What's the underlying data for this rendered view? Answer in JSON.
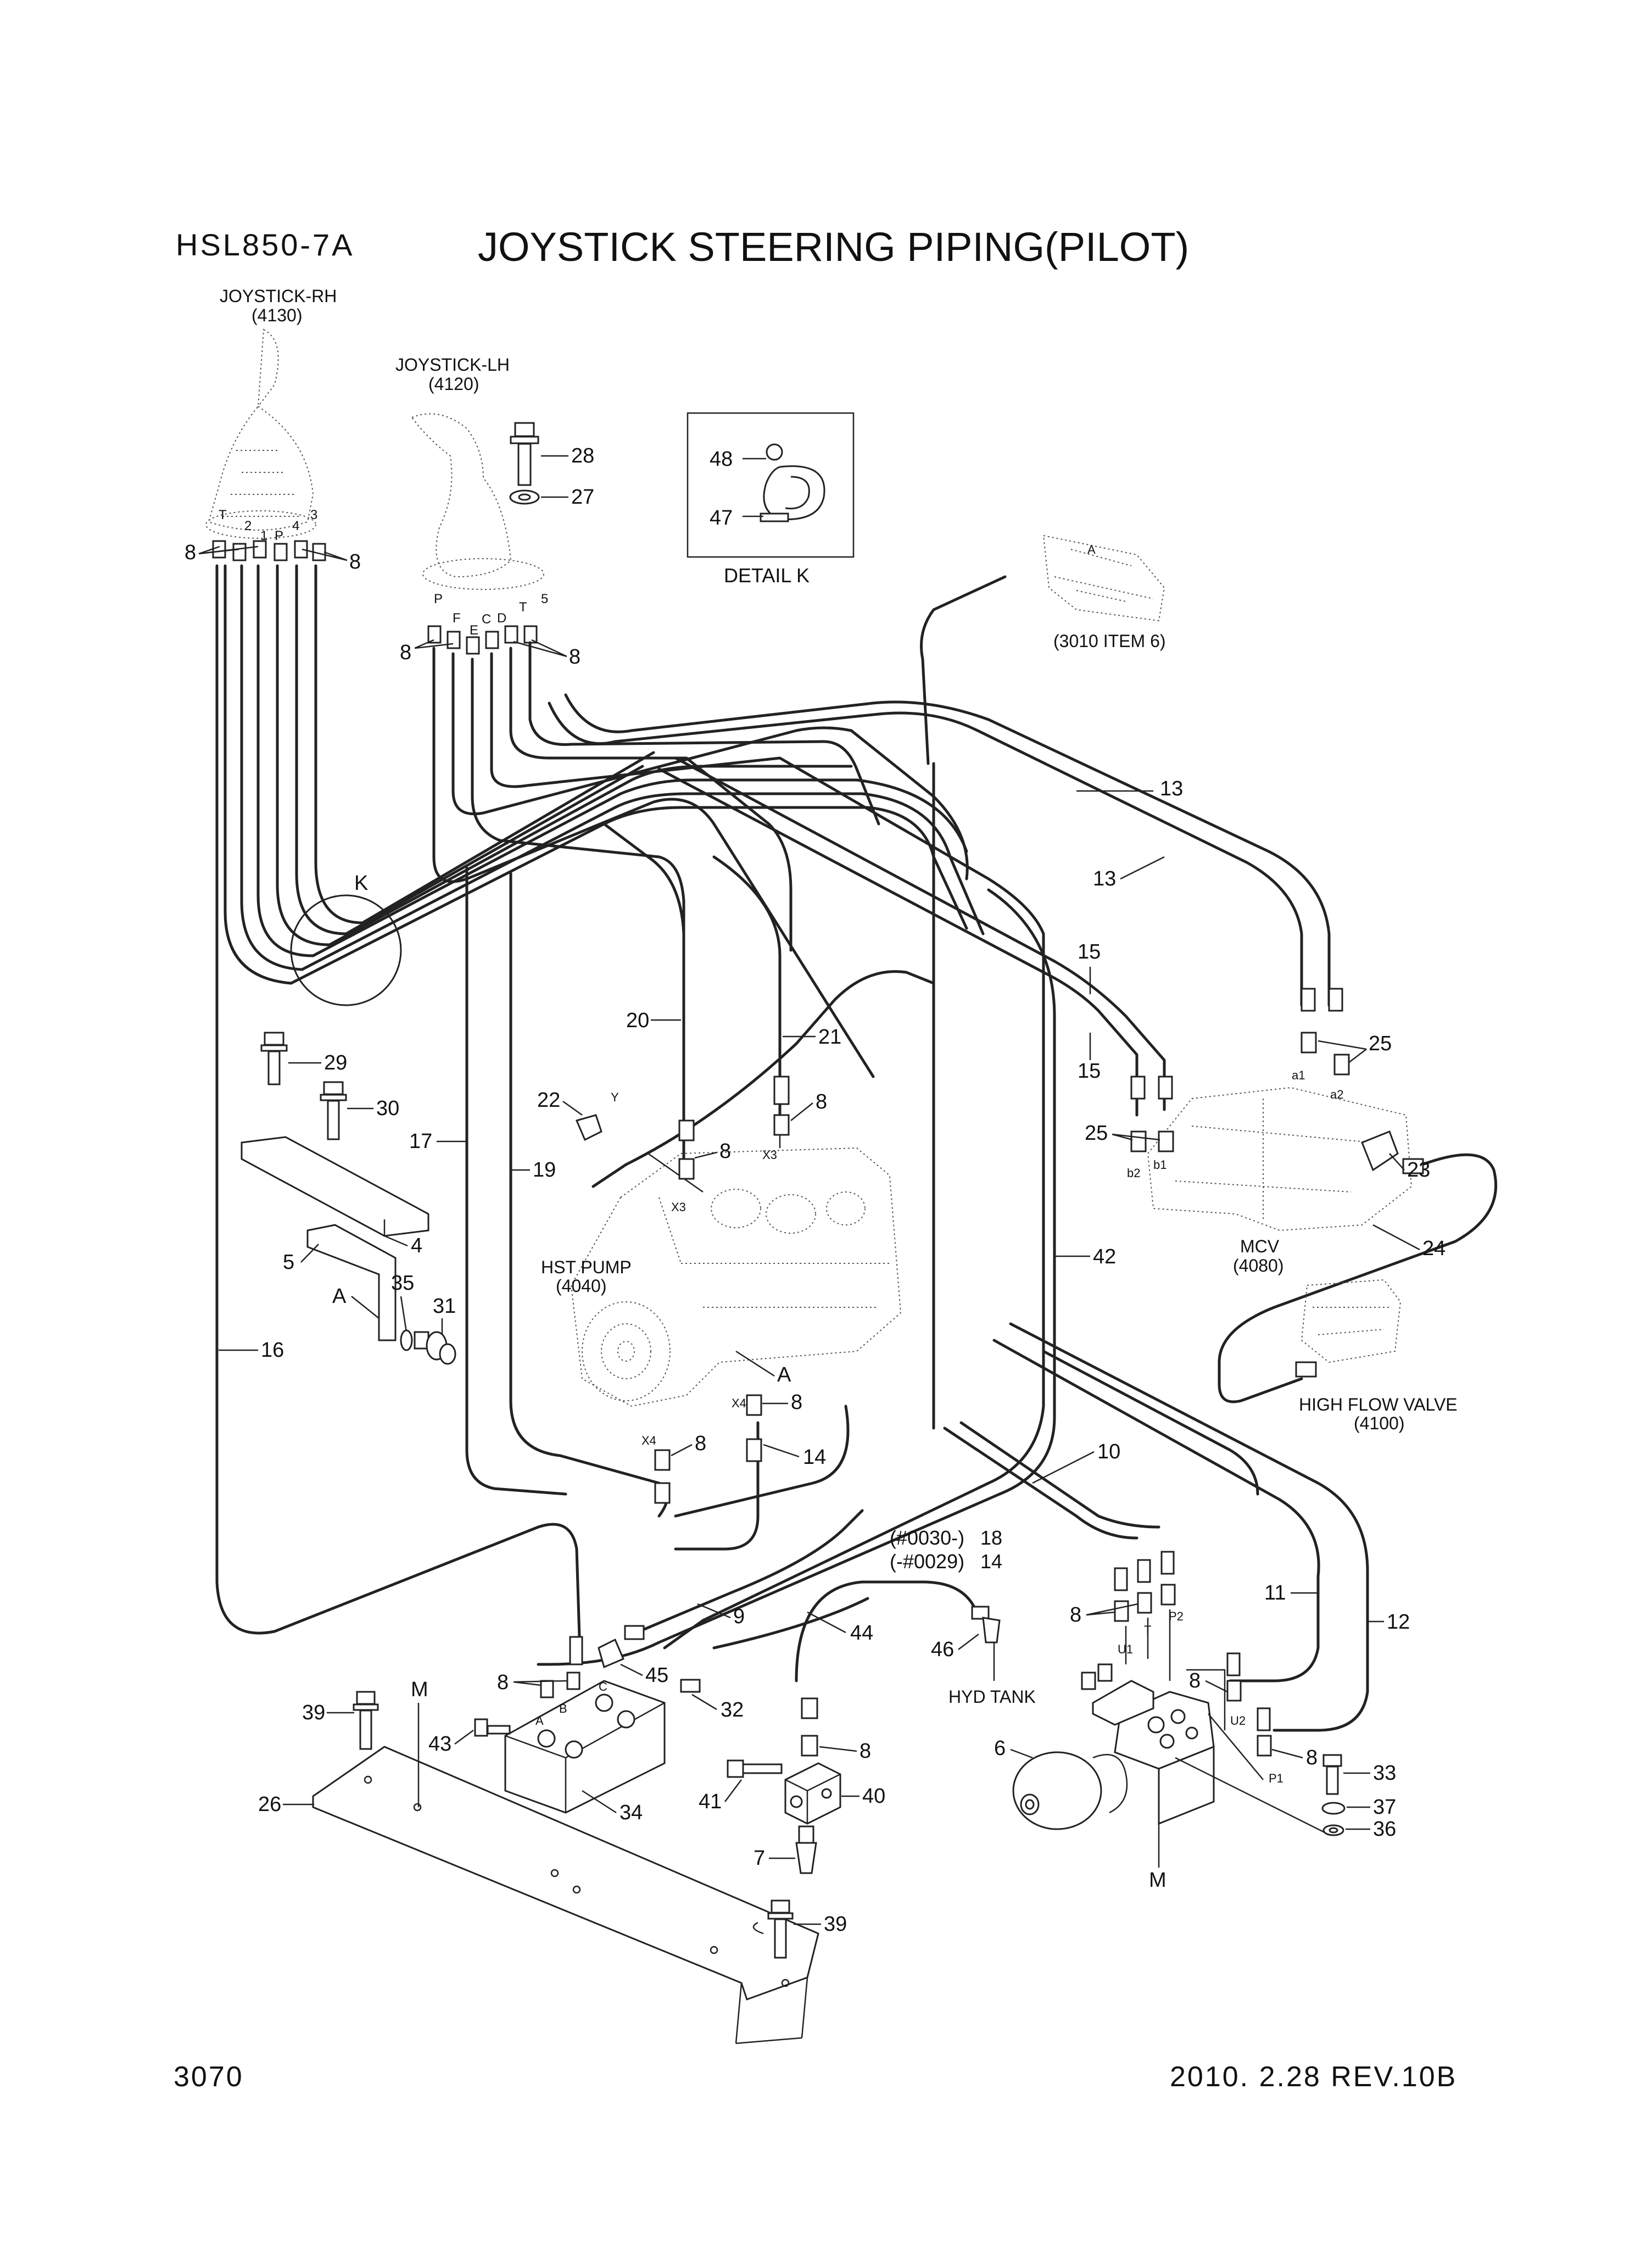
{
  "header": {
    "model": "HSL850-7A",
    "title": "JOYSTICK STEERING PIPING(PILOT)"
  },
  "footer": {
    "page_number": "3070",
    "revision": "2010. 2.28  REV.10B"
  },
  "components": {
    "joystick_rh": "JOYSTICK-RH",
    "joystick_rh_ref": "(4130)",
    "joystick_lh": "JOYSTICK-LH",
    "joystick_lh_ref": "(4120)",
    "detail_k": "DETAIL K",
    "item_3010": "(3010 ITEM 6)",
    "mcv": "MCV",
    "mcv_ref": "(4080)",
    "hst_pump": "HST PUMP",
    "hst_pump_ref": "(4040)",
    "high_flow_valve": "HIGH FLOW VALVE",
    "high_flow_valve_ref": "(4100)",
    "hyd_tank": "HYD TANK"
  },
  "callouts": {
    "c8": "8",
    "c28": "28",
    "c27": "27",
    "c48": "48",
    "c47": "47",
    "c13": "13",
    "c15": "15",
    "c20": "20",
    "c21": "21",
    "c22": "22",
    "c25": "25",
    "c23": "23",
    "c24": "24",
    "c29": "29",
    "c30": "30",
    "c17": "17",
    "c19": "19",
    "c4": "4",
    "c5": "5",
    "c35": "35",
    "c31": "31",
    "c16": "16",
    "c42": "42",
    "c14": "14",
    "c10": "10",
    "c18": "18",
    "c9": "9",
    "c44": "44",
    "c46": "46",
    "c11": "11",
    "c12": "12",
    "c45": "45",
    "c32": "32",
    "c39": "39",
    "c43": "43",
    "c26": "26",
    "c34": "34",
    "c41": "41",
    "c40": "40",
    "c7": "7",
    "c6": "6",
    "c33": "33",
    "c37": "37",
    "c36": "36",
    "cK": "K",
    "cA": "A",
    "cM": "M",
    "serial_18": "(#0030-)",
    "serial_14": "(-#0029)"
  },
  "port_labels": {
    "T": "T",
    "P": "P",
    "one": "1",
    "two": "2",
    "three": "3",
    "four": "4",
    "five": "5",
    "F": "F",
    "E": "E",
    "C": "C",
    "D": "D",
    "Y": "Y",
    "X3": "X3",
    "X4": "X4",
    "A": "A",
    "B": "B",
    "a1": "a1",
    "a2": "a2",
    "b1": "b1",
    "b2": "b2",
    "U1": "U1",
    "U2": "U2",
    "P1": "P1",
    "P2": "P2"
  }
}
